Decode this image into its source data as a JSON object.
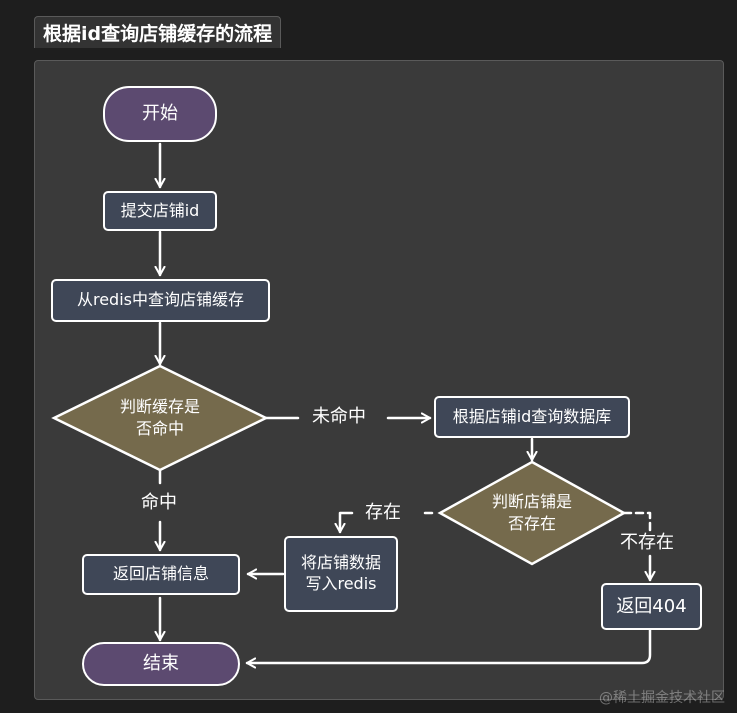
{
  "diagram": {
    "title": "根据id查询店铺缓存的流程",
    "nodes": {
      "start": "开始",
      "submit_id": "提交店铺id",
      "query_cache": "从redis中查询店铺缓存",
      "cache_hit_decision_line1": "判断缓存是",
      "cache_hit_decision_line2": "否命中",
      "query_db": "根据店铺id查询数据库",
      "shop_exists_decision_line1": "判断店铺是",
      "shop_exists_decision_line2": "否存在",
      "write_redis_line1": "将店铺数据",
      "write_redis_line2": "写入redis",
      "return_info": "返回店铺信息",
      "return_404": "返回404",
      "end": "结束"
    },
    "edges": {
      "miss_label": "未命中",
      "hit_label": "命中",
      "exists_label": "存在",
      "not_exists_label": "不存在"
    },
    "colors": {
      "background": "#1e1e1e",
      "panel": "#3a3a3a",
      "process_fill": "#3f4757",
      "terminal_fill": "#5c4a70",
      "decision_fill": "#756a4c",
      "stroke": "#ffffff"
    }
  },
  "watermark": "@稀土掘金技术社区"
}
